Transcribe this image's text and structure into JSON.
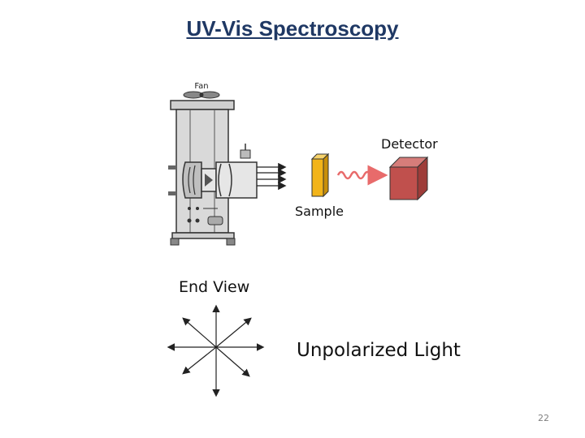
{
  "title": "UV-Vis Spectroscopy",
  "lamp": {
    "fan_label": "Fan"
  },
  "labels": {
    "detector": "Detector",
    "sample": "Sample",
    "end_view": "End View",
    "unpolarized": "Unpolarized Light"
  },
  "page_number": "22",
  "colors": {
    "title": "#1f3864",
    "sample": "#f2b41a",
    "detector": "#c0504d",
    "light_wave": "#e86b6b"
  },
  "icons": [
    "lamp-housing-icon",
    "sample-cuvette-icon",
    "detector-box-icon",
    "wave-arrow-icon",
    "polarization-star-icon"
  ]
}
